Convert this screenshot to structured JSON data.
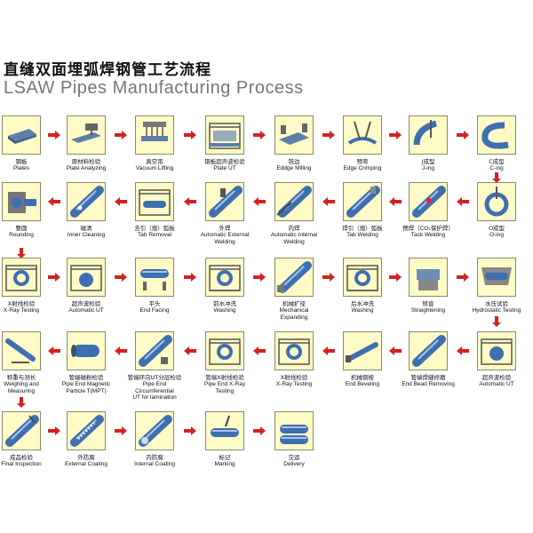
{
  "title_cn": "直缝双面埋弧焊钢管工艺流程",
  "title_en": "LSAW Pipes Manufacturing Process",
  "colors": {
    "tile_bg": "#fffbc7",
    "arrow": "#d62020",
    "pipe": "#3f6fb0"
  },
  "steps": [
    {
      "icon": "plate-stack-icon",
      "cn": "钢板",
      "en": [
        "Plates"
      ]
    },
    {
      "icon": "plate-inspection-icon",
      "cn": "原材料检验",
      "en": [
        "Plate Analyzing"
      ]
    },
    {
      "icon": "vacuum-lifter-icon",
      "cn": "真空吊",
      "en": [
        "Vacuum Lifting"
      ]
    },
    {
      "icon": "ultrasonic-machine-icon",
      "cn": "钢板超声波检验",
      "en": [
        "Plate UT"
      ]
    },
    {
      "icon": "edge-milling-icon",
      "cn": "铣边",
      "en": [
        "Eddge Milling"
      ]
    },
    {
      "icon": "edge-crimping-icon",
      "cn": "预弯",
      "en": [
        "Edge Crimping"
      ]
    },
    {
      "icon": "j-forming-icon",
      "cn": "J成型",
      "en": [
        "J-ing"
      ]
    },
    {
      "icon": "c-forming-icon",
      "cn": "C成型",
      "en": [
        "C-ing"
      ]
    },
    {
      "icon": "o-forming-icon",
      "cn": "O成型",
      "en": [
        "O-ing"
      ]
    },
    {
      "icon": "tack-welding-icon",
      "cn": "预焊（CO₂保护焊）",
      "en": [
        "Tack Welding"
      ]
    },
    {
      "icon": "tab-welding-icon",
      "cn": "焊引（熄）弧板",
      "en": [
        "Tab Welding"
      ]
    },
    {
      "icon": "internal-welding-icon",
      "cn": "内焊",
      "en": [
        "Automatic Internal",
        "Welding"
      ]
    },
    {
      "icon": "external-welding-icon",
      "cn": "外焊",
      "en": [
        "Automatic External",
        "Welding"
      ]
    },
    {
      "icon": "tab-removal-icon",
      "cn": "去引（熄）弧板",
      "en": [
        "Tab Removal"
      ]
    },
    {
      "icon": "inner-cleaning-icon",
      "cn": "磁清",
      "en": [
        "Inner Cleaning"
      ]
    },
    {
      "icon": "rounding-icon",
      "cn": "整圆",
      "en": [
        "Rounding"
      ]
    },
    {
      "icon": "xray-machine-icon",
      "cn": "X射线检验",
      "en": [
        "X-Ray Testing"
      ]
    },
    {
      "icon": "ultrasonic-test-icon",
      "cn": "超声波检验",
      "en": [
        "Automatic UT"
      ]
    },
    {
      "icon": "end-facing-icon",
      "cn": "平头",
      "en": [
        "End Facing"
      ]
    },
    {
      "icon": "washing-icon",
      "cn": "前水冲洗",
      "en": [
        "Washing"
      ]
    },
    {
      "icon": "mechanical-expanding-icon",
      "cn": "机械扩径",
      "en": [
        "Mechanical",
        "Expanding"
      ]
    },
    {
      "icon": "washing-icon",
      "cn": "后水冲洗",
      "en": [
        "Washing"
      ]
    },
    {
      "icon": "straightening-icon",
      "cn": "矫直",
      "en": [
        "Straightening"
      ]
    },
    {
      "icon": "hydrostatic-test-icon",
      "cn": "水压试验",
      "en": [
        "Hydrostatic Testing"
      ]
    },
    {
      "icon": "ultrasonic-test-icon",
      "cn": "超声波检验",
      "en": [
        "Automatic UT"
      ]
    },
    {
      "icon": "bead-removing-icon",
      "cn": "管端焊缝修磨",
      "en": [
        "End Bead Removing"
      ]
    },
    {
      "icon": "end-beveling-icon",
      "cn": "机械倒棱",
      "en": [
        "End Beveling"
      ]
    },
    {
      "icon": "xray-machine-icon",
      "cn": "X射线检验",
      "en": [
        "X-Ray Testing"
      ]
    },
    {
      "icon": "pipe-end-xray-icon",
      "cn": "管端X射线检验",
      "en": [
        "Pipe End X-Ray",
        "Testing"
      ]
    },
    {
      "icon": "circumferential-ut-icon",
      "cn": "管端环向UT分层检验",
      "en": [
        "Pipe End",
        "Circumferential",
        "UT for lamination"
      ]
    },
    {
      "icon": "magnetic-particle-icon",
      "cn": "管端磁粉检验",
      "en": [
        "Pipe End Magnetic",
        "Particle T(MPT)"
      ]
    },
    {
      "icon": "weighing-icon",
      "cn": "称重与测长",
      "en": [
        "Weighing and",
        "Measuring"
      ]
    },
    {
      "icon": "final-inspection-icon",
      "cn": "成品检验",
      "en": [
        "Final Inspection"
      ]
    },
    {
      "icon": "external-coating-icon",
      "cn": "外防腐",
      "en": [
        "External Coating"
      ]
    },
    {
      "icon": "internal-coating-icon",
      "cn": "内防腐",
      "en": [
        "Internal Coating"
      ]
    },
    {
      "icon": "marking-icon",
      "cn": "标记",
      "en": [
        "Marking"
      ]
    },
    {
      "icon": "delivery-icon",
      "cn": "交运",
      "en": [
        "Delivery"
      ]
    }
  ]
}
